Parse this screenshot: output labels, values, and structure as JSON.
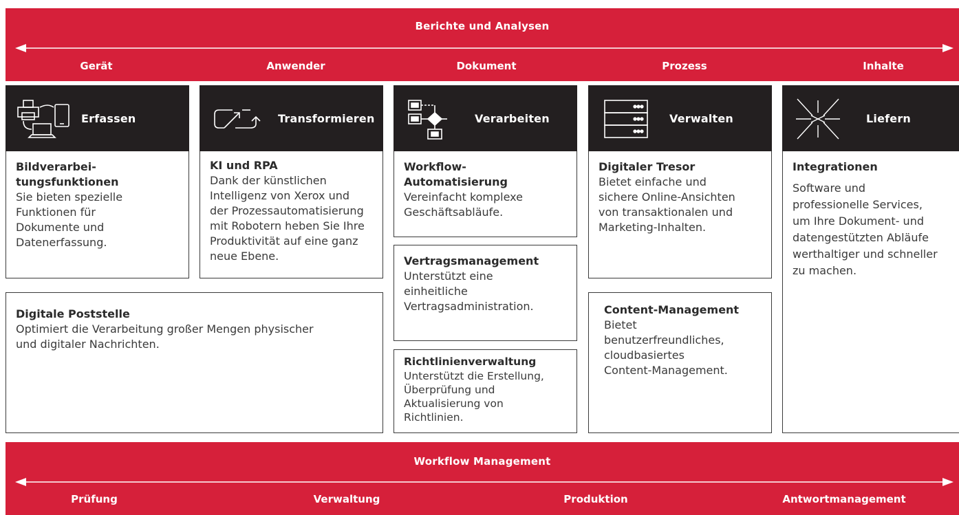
{
  "top_band": {
    "title": "Berichte und Analysen",
    "labels": [
      "Gerät",
      "Anwender",
      "Dokument",
      "Prozess",
      "Inhalte"
    ]
  },
  "bottom_band": {
    "title": "Workflow Management",
    "labels": [
      "Prüfung",
      "Verwaltung",
      "Produktion",
      "Antwortmanagement"
    ]
  },
  "columns": [
    {
      "icon": "capture-devices-icon",
      "label": "Erfassen"
    },
    {
      "icon": "transform-arrows-icon",
      "label": "Transformieren"
    },
    {
      "icon": "flowchart-icon",
      "label": "Verarbeiten"
    },
    {
      "icon": "server-rack-icon",
      "label": "Verwalten"
    },
    {
      "icon": "starburst-icon",
      "label": "Liefern"
    }
  ],
  "cards": {
    "bildverarbeitung": {
      "title": "Bildverarbei-\ntungsfunktionen",
      "body": "Sie bieten spezielle\nFunktionen für\nDokumente und\nDatenerfassung."
    },
    "ki_rpa": {
      "title": "KI und RPA",
      "body": "Dank der künstlichen\nIntelligenz von Xerox und\nder Prozessautomatisierung\nmit Robotern heben Sie Ihre\nProduktivität auf eine ganz\nneue Ebene."
    },
    "digitale_poststelle": {
      "title": "Digitale Poststelle",
      "body": "Optimiert die Verarbeitung großer Mengen physischer\nund digitaler Nachrichten."
    },
    "workflow_automatisierung": {
      "title": "Workflow-\nAutomatisierung",
      "body": "Vereinfacht komplexe\nGeschäftsabläufe."
    },
    "vertragsmanagement": {
      "title": "Vertragsmanagement",
      "body": "Unterstützt eine\neinheitliche\nVertragsadministration."
    },
    "richtlinienverwaltung": {
      "title": "Richtlinienverwaltung",
      "body": "Unterstützt die Erstellung,\nÜberprüfung und\nAktualisierung von\nRichtlinien."
    },
    "digitaler_tresor": {
      "title": "Digitaler Tresor",
      "body": "Bietet einfache und\nsichere Online-Ansichten\nvon transaktionalen und\nMarketing-Inhalten."
    },
    "content_management": {
      "title": "Content-Management",
      "body": "Bietet\nbenutzerfreundliches,\ncloudbasiertes\nContent-Management."
    },
    "integrationen": {
      "title": "Integrationen",
      "body": "Software und\nprofessionelle Services,\num Ihre Dokument- und\ndatengestützten Abläufe\nwerthaltiger und schneller\nzu machen."
    }
  },
  "colors": {
    "brand_red": "#d6203a",
    "header_dark": "#231f20",
    "border": "#3a3a3a"
  }
}
